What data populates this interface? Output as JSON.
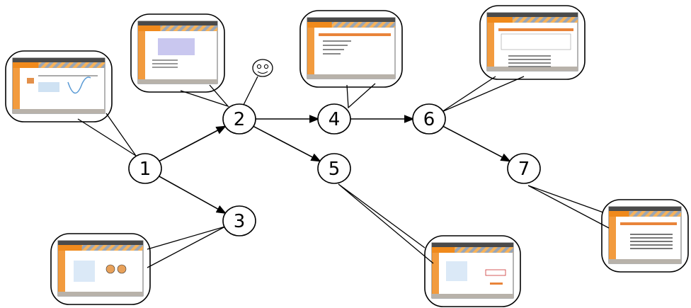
{
  "diagram": {
    "nodes": [
      {
        "id": "1",
        "label": "1"
      },
      {
        "id": "2",
        "label": "2"
      },
      {
        "id": "3",
        "label": "3"
      },
      {
        "id": "4",
        "label": "4"
      },
      {
        "id": "5",
        "label": "5"
      },
      {
        "id": "6",
        "label": "6"
      },
      {
        "id": "7",
        "label": "7"
      }
    ],
    "edges": [
      {
        "from": "1",
        "to": "2"
      },
      {
        "from": "1",
        "to": "3"
      },
      {
        "from": "2",
        "to": "4"
      },
      {
        "from": "2",
        "to": "5"
      },
      {
        "from": "4",
        "to": "6"
      },
      {
        "from": "6",
        "to": "7"
      }
    ],
    "callouts": [
      {
        "node": "1",
        "screen": "screen-with-chart"
      },
      {
        "node": "2",
        "screen": "screen-with-dialog"
      },
      {
        "node": "3",
        "screen": "screen-with-buttons"
      },
      {
        "node": "4",
        "screen": "screen-with-form"
      },
      {
        "node": "5",
        "screen": "screen-with-input"
      },
      {
        "node": "6",
        "screen": "screen-with-table"
      },
      {
        "node": "7",
        "screen": "screen-with-list"
      }
    ],
    "smiley_node": "2",
    "colors": {
      "line": "#000000",
      "screen_header": "#b8b2aa",
      "screen_accent": "#f08a1c",
      "screen_bg": "#ffffff"
    }
  }
}
